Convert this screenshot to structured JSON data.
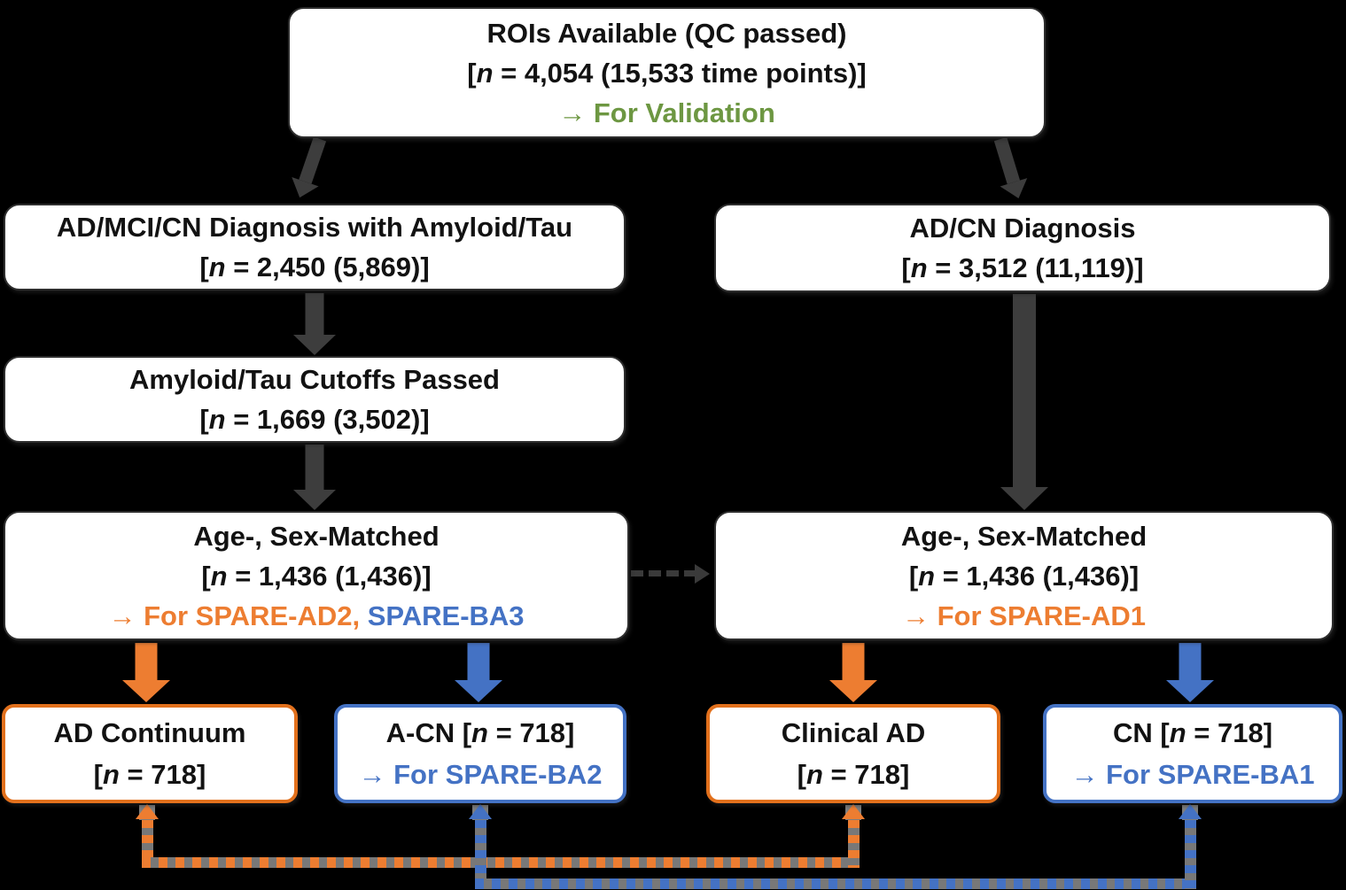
{
  "colors": {
    "background": "#000000",
    "box_fill": "#ffffff",
    "gray_arrow": "#3d3d3d",
    "green_note": "#6d9742",
    "orange": "#ED7D31",
    "blue": "#4472C4",
    "orange_border": "#e2701c",
    "blue_border": "#4472C4"
  },
  "boxes": {
    "roi": {
      "title": "ROIs Available (QC passed)",
      "n_line": {
        "pre": "[",
        "n": "n",
        "post": " = 4,054 (15,533 time points)]"
      },
      "note_green": "→ For Validation"
    },
    "admci": {
      "title": "AD/MCI/CN Diagnosis with Amyloid/Tau",
      "n_line": {
        "pre": "[",
        "n": "n",
        "post": " = 2,450 (5,869)]"
      }
    },
    "adcn": {
      "title": "AD/CN Diagnosis",
      "n_line": {
        "pre": "[",
        "n": "n",
        "post": " = 3,512 (11,119)]"
      }
    },
    "cutoffs": {
      "title": "Amyloid/Tau Cutoffs Passed",
      "n_line": {
        "pre": "[",
        "n": "n",
        "post": " = 1,669 (3,502)]"
      }
    },
    "match_left": {
      "title": "Age-, Sex-Matched",
      "n_line": {
        "pre": "[",
        "n": "n",
        "post": " = 1,436 (1,436)]"
      },
      "note_orange": "→ For SPARE-AD2,",
      "note_blue": " SPARE-BA3"
    },
    "match_right": {
      "title": "Age-, Sex-Matched",
      "n_line": {
        "pre": "[",
        "n": "n",
        "post": " = 1,436 (1,436)]"
      },
      "note_orange": "→ For SPARE-AD1"
    },
    "ad_continuum": {
      "title": "AD Continuum",
      "n_line": {
        "pre": "[",
        "n": "n",
        "post": " = 718]"
      }
    },
    "a_cn": {
      "title_line": {
        "pre": "A-CN [",
        "n": "n",
        "post": " = 718]"
      },
      "note_blue": "→ For SPARE-BA2"
    },
    "clinical_ad": {
      "title": "Clinical AD",
      "n_line": {
        "pre": "[",
        "n": "n",
        "post": " = 718]"
      }
    },
    "cn": {
      "title_line": {
        "pre": "CN [",
        "n": "n",
        "post": " = 718]"
      },
      "note_blue": "→ For SPARE-BA1"
    }
  },
  "arrows": [
    {
      "name": "arrow-roi-to-admci",
      "type": "block-arrow-down-left",
      "color": "#3d3d3d"
    },
    {
      "name": "arrow-roi-to-adcn",
      "type": "block-arrow-down-right",
      "color": "#3d3d3d"
    },
    {
      "name": "arrow-admci-to-cutoffs",
      "type": "block-arrow-down",
      "color": "#3d3d3d"
    },
    {
      "name": "arrow-cutoffs-to-match-left",
      "type": "block-arrow-down",
      "color": "#3d3d3d"
    },
    {
      "name": "arrow-adcn-to-match-right",
      "type": "block-arrow-down",
      "color": "#3d3d3d"
    },
    {
      "name": "arrow-match-left-to-match-right",
      "type": "dashed-arrow-right",
      "color": "#3a3a3a"
    },
    {
      "name": "arrow-match-left-to-ad-continuum",
      "type": "block-arrow-down",
      "color": "#ED7D31"
    },
    {
      "name": "arrow-match-left-to-a-cn",
      "type": "block-arrow-down",
      "color": "#4472C4"
    },
    {
      "name": "arrow-match-right-to-clinical-ad",
      "type": "block-arrow-down",
      "color": "#ED7D31"
    },
    {
      "name": "arrow-match-right-to-cn",
      "type": "block-arrow-down",
      "color": "#4472C4"
    },
    {
      "name": "connector-ad-continuum-to-clinical-ad",
      "type": "dashed-double-up-arrow",
      "color": "#ED7D31"
    },
    {
      "name": "connector-a-cn-to-cn",
      "type": "dashed-double-up-arrow",
      "color": "#4472C4"
    }
  ]
}
